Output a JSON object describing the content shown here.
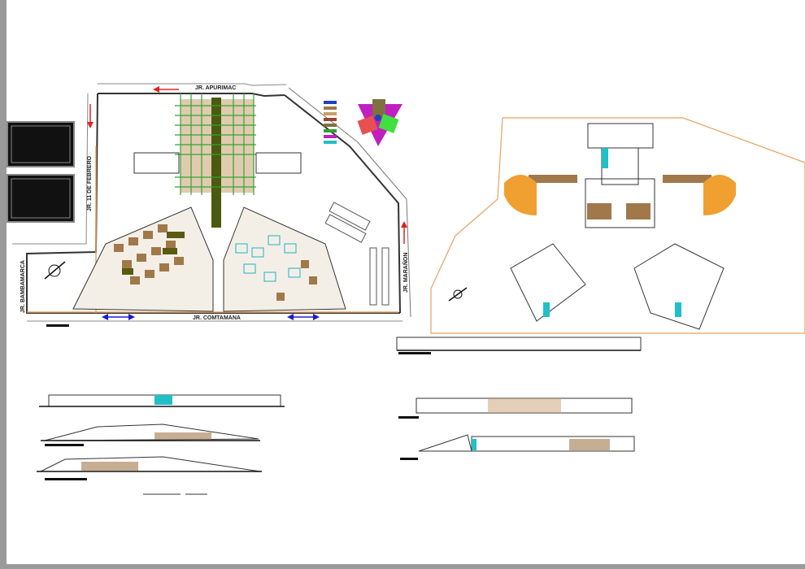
{
  "site_plan": {
    "streets": {
      "north": "JR. APURIMAC",
      "west": "JR. 11 DE FEBRERO",
      "southwest": "JR. BAMBAMARCA",
      "east": "JR. MARAÑON",
      "south": "JR. COMTAMANA"
    },
    "colors": {
      "building": "#a0784a",
      "grid": "#2fa62f",
      "arrow_red": "#e02020",
      "arrow_blue": "#1a1ad0",
      "boundary": "#e8a060",
      "glass": "#20c0c8",
      "olive": "#5a5a10"
    }
  },
  "legend_colors": [
    "#2040c0",
    "#a0784a",
    "#c8a060",
    "#a04030",
    "#807040",
    "#30a030",
    "#c020c0",
    "#20c0c8"
  ]
}
